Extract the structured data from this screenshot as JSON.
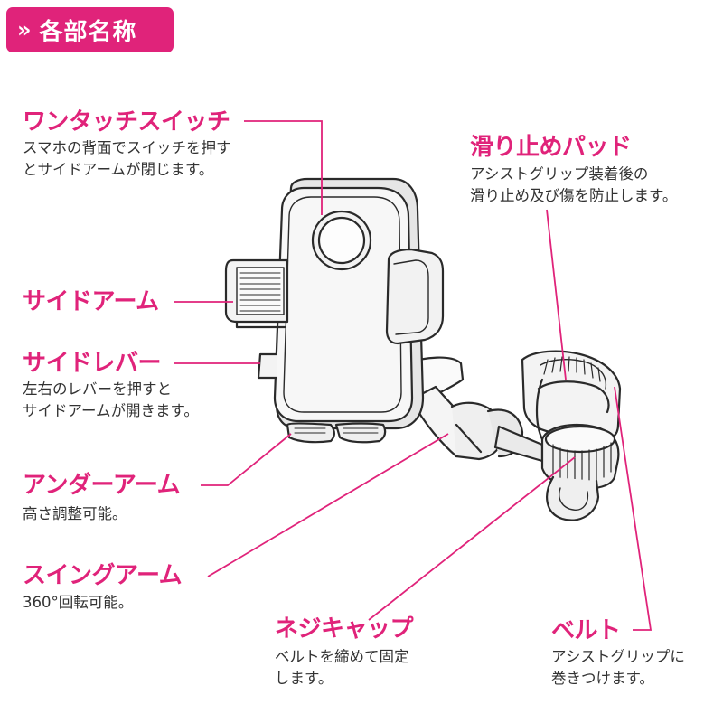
{
  "header": {
    "chevron": "»",
    "title": "各部名称"
  },
  "parts": {
    "one_touch": {
      "title": "ワンタッチスイッチ",
      "lines": [
        "スマホの背面でスイッチを押す",
        "とサイドアームが閉じます。"
      ]
    },
    "side_arm": {
      "title": "サイドアーム"
    },
    "side_lever": {
      "title": "サイドレバー",
      "lines": [
        "左右のレバーを押すと",
        "サイドアームが開きます。"
      ]
    },
    "under_arm": {
      "title": "アンダーアーム",
      "lines": [
        "高さ調整可能。"
      ]
    },
    "swing_arm": {
      "title": "スイングアーム",
      "lines": [
        "360°回転可能。"
      ]
    },
    "anti_slip": {
      "title": "滑り止めパッド",
      "lines": [
        "アシストグリップ装着後の",
        "滑り止め及び傷を防止します。"
      ]
    },
    "screw_cap": {
      "title": "ネジキャップ",
      "lines": [
        "ベルトを締めて固定",
        "します。"
      ]
    },
    "belt": {
      "title": "ベルト",
      "lines": [
        "アシストグリップに",
        "巻きつけます。"
      ]
    }
  },
  "colors": {
    "accent": "#e0237a",
    "text": "#333333",
    "line": "#e0237a"
  }
}
